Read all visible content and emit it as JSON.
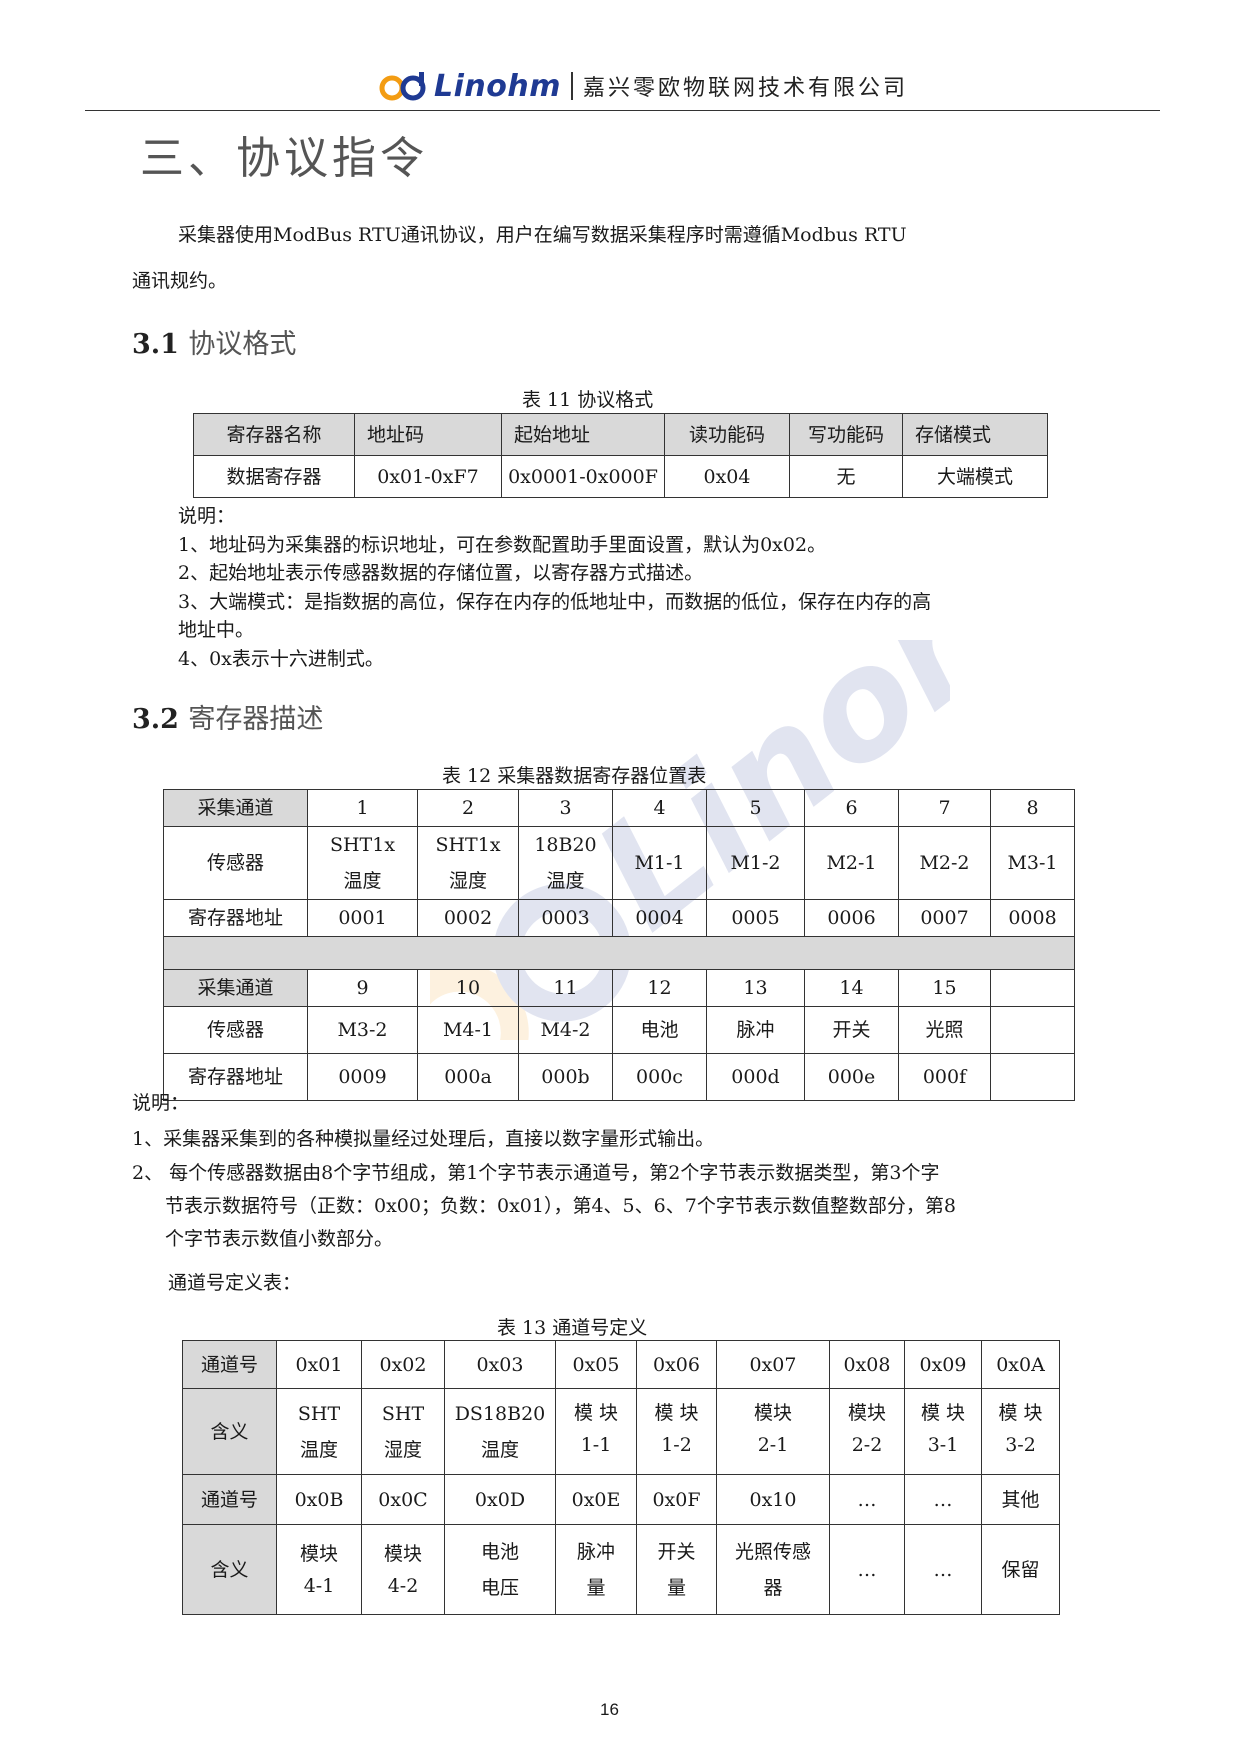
{
  "header": {
    "brand": "Linohm",
    "company": "嘉兴零欧物联网技术有限公司"
  },
  "title": "三、协议指令",
  "intro": {
    "line1": "采集器使用ModBus RTU通讯协议，用户在编写数据采集程序时需遵循Modbus RTU",
    "line2": "通讯规约。"
  },
  "section1": {
    "num": "3.1",
    "title": "协议格式",
    "caption": "表 11 协议格式",
    "headers": [
      "寄存器名称",
      "地址码",
      "起始地址",
      "读功能码",
      "写功能码",
      "存储模式"
    ],
    "row": [
      "数据寄存器",
      "0x01-0xF7",
      "0x0001-0x000F",
      "0x04",
      "无",
      "大端模式"
    ],
    "notes_title": "说明：",
    "notes": [
      "1、地址码为采集器的标识地址，可在参数配置助手里面设置，默认为0x02。",
      "2、起始地址表示传感器数据的存储位置，以寄存器方式描述。",
      "3、大端模式：是指数据的高位，保存在内存的低地址中，而数据的低位，保存在内存的高",
      "地址中。",
      "4、0x表示十六进制式。"
    ]
  },
  "section2": {
    "num": "3.2",
    "title": "寄存器描述",
    "caption": "表 12  采集器数据寄存器位置表",
    "labels": {
      "channel": "采集通道",
      "sensor": "传感器",
      "address": "寄存器地址"
    },
    "part1": {
      "channels": [
        "1",
        "2",
        "3",
        "4",
        "5",
        "6",
        "7",
        "8"
      ],
      "sensors": [
        [
          "SHT1x",
          "温度"
        ],
        [
          "SHT1x",
          "湿度"
        ],
        [
          "18B20",
          "温度"
        ],
        [
          "M1-1"
        ],
        [
          "M1-2"
        ],
        [
          "M2-1"
        ],
        [
          "M2-2"
        ],
        [
          "M3-1"
        ]
      ],
      "addresses": [
        "0001",
        "0002",
        "0003",
        "0004",
        "0005",
        "0006",
        "0007",
        "0008"
      ]
    },
    "part2": {
      "channels": [
        "9",
        "10",
        "11",
        "12",
        "13",
        "14",
        "15",
        ""
      ],
      "sensors": [
        "M3-2",
        "M4-1",
        "M4-2",
        "电池",
        "脉冲",
        "开关",
        "光照",
        ""
      ],
      "addresses": [
        "0009",
        "000a",
        "000b",
        "000c",
        "000d",
        "000e",
        "000f",
        ""
      ]
    },
    "notes_title": "说明：",
    "notes": [
      "1、采集器采集到的各种模拟量经过处理后，直接以数字量形式输出。",
      "2、 每个传感器数据由8个字节组成，第1个字节表示通道号，第2个字节表示数据类型，第3个字",
      "节表示数据符号（正数：0x00；负数：0x01），第4、5、6、7个字节表示数值整数部分，第8",
      "个字节表示数值小数部分。"
    ],
    "def_intro": "通道号定义表："
  },
  "table13": {
    "caption": "表 13     通道号定义",
    "labels": {
      "channel": "通道号",
      "meaning": "含义"
    },
    "row1_channels": [
      "0x01",
      "0x02",
      "0x03",
      "0x05",
      "0x06",
      "0x07",
      "0x08",
      "0x09",
      "0x0A"
    ],
    "row1_meanings": [
      [
        "SHT",
        "温度"
      ],
      [
        "SHT",
        "湿度"
      ],
      [
        "DS18B20",
        "温度"
      ],
      [
        "模 块",
        "1-1"
      ],
      [
        "模 块",
        "1-2"
      ],
      [
        "模块",
        "2-1"
      ],
      [
        "模块",
        "2-2"
      ],
      [
        "模 块",
        "3-1"
      ],
      [
        "模 块",
        "3-2"
      ]
    ],
    "row2_channels": [
      "0x0B",
      "0x0C",
      "0x0D",
      "0x0E",
      "0x0F",
      "0x10",
      "…",
      "…",
      "其他"
    ],
    "row2_meanings": [
      [
        "模块",
        "4-1"
      ],
      [
        "模块",
        "4-2"
      ],
      [
        "电池",
        "电压"
      ],
      [
        "脉冲",
        "量"
      ],
      [
        "开关",
        "量"
      ],
      [
        "光照传感",
        "器"
      ],
      [
        "…"
      ],
      [
        "…"
      ],
      [
        "保留"
      ]
    ]
  },
  "page_number": "16",
  "colors": {
    "brand_blue": "#1f3a93",
    "brand_orange": "#f39c12",
    "header_gray": "#d9d9d9"
  }
}
